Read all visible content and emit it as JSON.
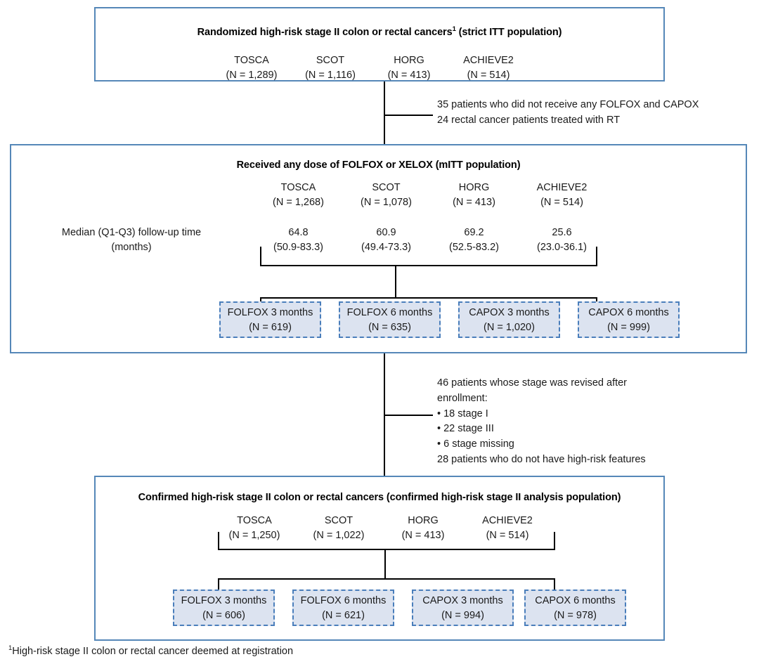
{
  "figure": {
    "type": "flowchart",
    "footnote": "High-risk stage II colon or rectal cancer deemed at registration",
    "footnote_marker": "1"
  },
  "box_top": {
    "title": "Randomized high-risk stage II colon or rectal cancers",
    "title_marker": "1",
    "title_suffix": " (strict ITT population)",
    "columns": [
      {
        "name": "TOSCA",
        "n": "(N = 1,289)"
      },
      {
        "name": "SCOT",
        "n": "(N = 1,116)"
      },
      {
        "name": "HORG",
        "n": "(N = 413)"
      },
      {
        "name": "ACHIEVE2",
        "n": "(N = 514)"
      }
    ]
  },
  "exclusion_1": {
    "lines": [
      "35 patients who did not receive any FOLFOX and CAPOX",
      "24 rectal cancer patients treated with RT"
    ]
  },
  "box_middle": {
    "title": "Received any dose of FOLFOX or XELOX (mITT population)",
    "columns": [
      {
        "name": "TOSCA",
        "n": "(N = 1,268)"
      },
      {
        "name": "SCOT",
        "n": "(N = 1,078)"
      },
      {
        "name": "HORG",
        "n": "(N = 413)"
      },
      {
        "name": "ACHIEVE2",
        "n": "(N = 514)"
      }
    ],
    "median_label_line1": "Median  (Q1-Q3) follow-up time",
    "median_label_line2": "(months)",
    "median_values": [
      {
        "median": "64.8",
        "iqr": "(50.9-83.3)"
      },
      {
        "median": "60.9",
        "iqr": "(49.4-73.3)"
      },
      {
        "median": "69.2",
        "iqr": "(52.5-83.2)"
      },
      {
        "median": "25.6",
        "iqr": "(23.0-36.1)"
      }
    ],
    "arms": [
      {
        "name": "FOLFOX 3 months",
        "n": "(N = 619)"
      },
      {
        "name": "FOLFOX 6 months",
        "n": "(N = 635)"
      },
      {
        "name": "CAPOX 3 months",
        "n": "(N = 1,020)"
      },
      {
        "name": "CAPOX 6 months",
        "n": "(N = 999)"
      }
    ]
  },
  "exclusion_2": {
    "lines": [
      "46 patients whose stage was revised after",
      "enrollment:",
      "• 18 stage I",
      "• 22 stage III",
      "• 6 stage missing",
      "28 patients who do not have high-risk features"
    ]
  },
  "box_bottom": {
    "title": "Confirmed high-risk stage II colon or rectal cancers (confirmed high-risk stage II analysis population)",
    "columns": [
      {
        "name": "TOSCA",
        "n": "(N = 1,250)"
      },
      {
        "name": "SCOT",
        "n": "(N = 1,022)"
      },
      {
        "name": "HORG",
        "n": "(N = 413)"
      },
      {
        "name": "ACHIEVE2",
        "n": "(N = 514)"
      }
    ],
    "arms": [
      {
        "name": "FOLFOX 3 months",
        "n": "(N = 606)"
      },
      {
        "name": "FOLFOX 6 months",
        "n": "(N = 621)"
      },
      {
        "name": "CAPOX 3 months",
        "n": "(N = 994)"
      },
      {
        "name": "CAPOX 6 months",
        "n": "(N = 978)"
      }
    ]
  },
  "colors": {
    "box_border": "#5587b8",
    "arm_border": "#4a7ebb",
    "arm_fill": "#dce3f0",
    "connector": "#000000"
  }
}
